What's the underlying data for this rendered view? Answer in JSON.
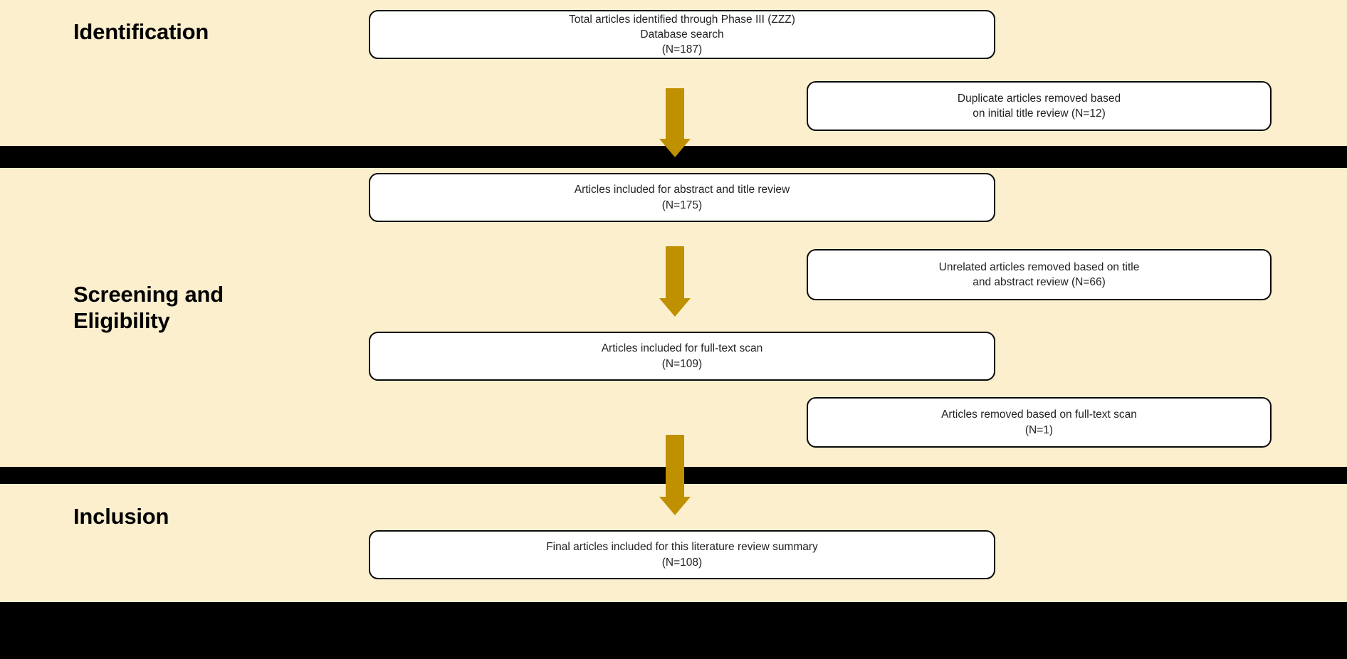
{
  "diagram": {
    "title": "PRISMA literature review selection flow",
    "colors": {
      "background": "#FCEFCE",
      "band": "#000000",
      "arrow": "#BF9000",
      "box_fill": "#FFFFFF",
      "box_border": "#0A0A0A",
      "text": "#222222"
    },
    "stages": [
      {
        "id": "identification",
        "label": "Identification"
      },
      {
        "id": "screening_eligibility",
        "label": "Screening and\nEligibility"
      },
      {
        "id": "inclusion",
        "label": "Inclusion"
      }
    ],
    "main_boxes": [
      {
        "id": "identified",
        "text": "Total articles identified through Phase III (ZZZ)\nDatabase search\n(N=187)",
        "count": 187
      },
      {
        "id": "abstract_title_review",
        "text": "Articles included for abstract and title review\n(N=175)",
        "count": 175
      },
      {
        "id": "fulltext_scan",
        "text": "Articles included for full-text scan\n(N=109)",
        "count": 109
      },
      {
        "id": "final_included",
        "text": "Final articles included for this literature review summary\n(N=108)",
        "count": 108
      }
    ],
    "side_boxes": [
      {
        "id": "duplicates_removed",
        "text": "Duplicate articles removed based\non initial title review (N=12)",
        "count": 12
      },
      {
        "id": "unrelated_removed",
        "text": "Unrelated articles removed based on title\nand abstract review (N=66)",
        "count": 66
      },
      {
        "id": "fulltext_removed",
        "text": "Articles removed based on full-text scan\n(N=1)",
        "count": 1
      }
    ],
    "arrows": [
      {
        "id": "arrow-identification-to-screening",
        "direction": "down"
      },
      {
        "id": "arrow-screening-to-fulltext",
        "direction": "down"
      },
      {
        "id": "arrow-fulltext-to-inclusion",
        "direction": "down"
      }
    ]
  }
}
